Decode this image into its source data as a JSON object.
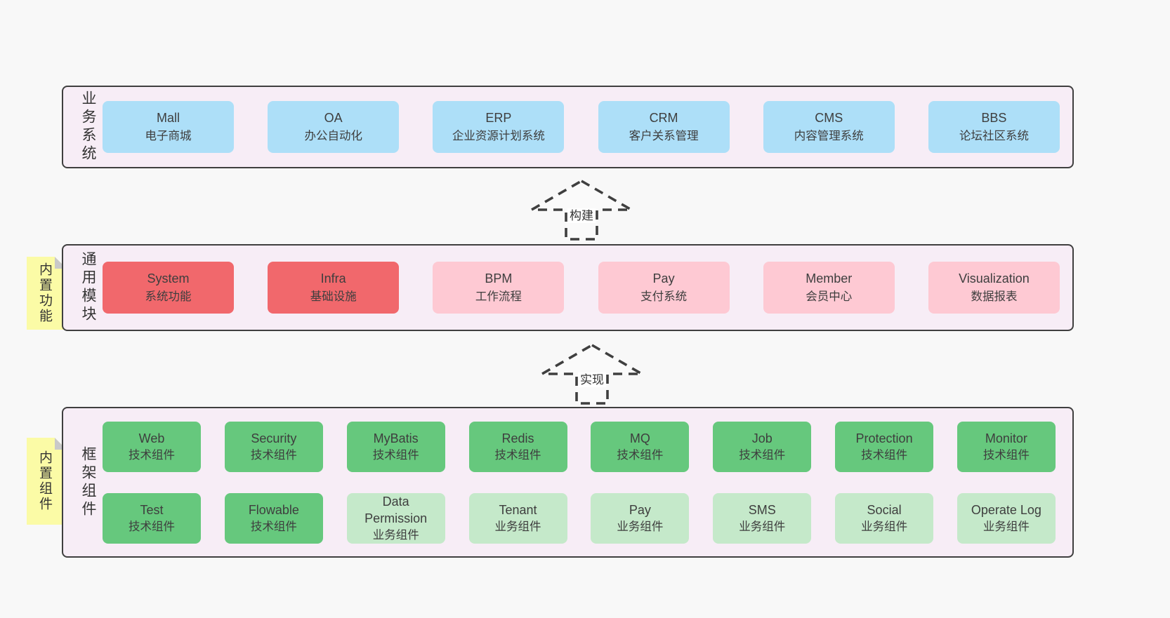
{
  "colors": {
    "page_bg": "#f8f8f8",
    "band_bg": "#f7edf6",
    "band_border": "#3f3f3f",
    "blue_box": "#addff8",
    "red_box": "#f1686c",
    "pink_box": "#fec9d3",
    "green_box": "#66c87d",
    "light_green_box": "#c5e9ca",
    "note_bg": "#fbfba6",
    "note_fold": "#c9c9c9",
    "text": "#3e3e3e"
  },
  "arrows": [
    {
      "label": "构建"
    },
    {
      "label": "实现"
    }
  ],
  "bands": [
    {
      "label": "业务系统",
      "boxes": [
        {
          "name": "Mall",
          "desc": "电子商城"
        },
        {
          "name": "OA",
          "desc": "办公自动化"
        },
        {
          "name": "ERP",
          "desc": "企业资源计划系统"
        },
        {
          "name": "CRM",
          "desc": "客户关系管理"
        },
        {
          "name": "CMS",
          "desc": "内容管理系统"
        },
        {
          "name": "BBS",
          "desc": "论坛社区系统"
        }
      ]
    },
    {
      "label": "通用模块",
      "note": "内置功能",
      "boxes": [
        {
          "name": "System",
          "desc": "系统功能"
        },
        {
          "name": "Infra",
          "desc": "基础设施"
        },
        {
          "name": "BPM",
          "desc": "工作流程"
        },
        {
          "name": "Pay",
          "desc": "支付系统"
        },
        {
          "name": "Member",
          "desc": "会员中心"
        },
        {
          "name": "Visualization",
          "desc": "数据报表"
        }
      ]
    },
    {
      "label": "框架组件",
      "note": "内置组件",
      "rows": [
        [
          {
            "name": "Web",
            "desc": "技术组件"
          },
          {
            "name": "Security",
            "desc": "技术组件"
          },
          {
            "name": "MyBatis",
            "desc": "技术组件"
          },
          {
            "name": "Redis",
            "desc": "技术组件"
          },
          {
            "name": "MQ",
            "desc": "技术组件"
          },
          {
            "name": "Job",
            "desc": "技术组件"
          },
          {
            "name": "Protection",
            "desc": "技术组件"
          },
          {
            "name": "Monitor",
            "desc": "技术组件"
          }
        ],
        [
          {
            "name": "Test",
            "desc": "技术组件"
          },
          {
            "name": "Flowable",
            "desc": "技术组件"
          },
          {
            "name": "Data Permission",
            "desc": "业务组件"
          },
          {
            "name": "Tenant",
            "desc": "业务组件"
          },
          {
            "name": "Pay",
            "desc": "业务组件"
          },
          {
            "name": "SMS",
            "desc": "业务组件"
          },
          {
            "name": "Social",
            "desc": "业务组件"
          },
          {
            "name": "Operate Log",
            "desc": "业务组件"
          }
        ]
      ]
    }
  ]
}
